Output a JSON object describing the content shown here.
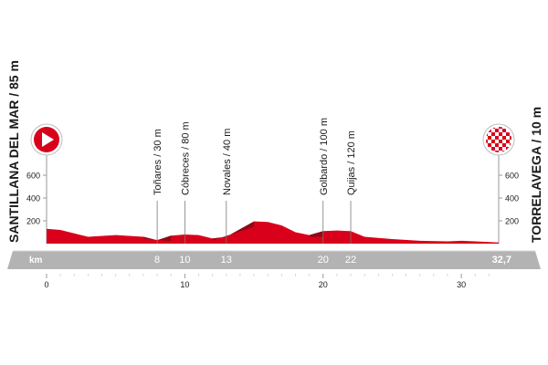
{
  "chart_data": {
    "type": "area",
    "title": "",
    "start_label": "SANTILLANA DEL MAR / 85 m",
    "finish_label": "TORRELAVEGA / 10 m",
    "unit_label": "km",
    "distance_label": "32,7",
    "xlim": [
      0,
      32.7
    ],
    "ylim": [
      0,
      600
    ],
    "x_ticks": [
      "0",
      "10",
      "20",
      "30"
    ],
    "y_ticks": [
      "600",
      "400",
      "200"
    ],
    "profile": {
      "x": [
        0,
        1,
        3,
        5,
        7,
        8,
        9,
        10,
        11,
        12,
        13,
        15,
        16,
        17,
        18,
        19,
        20,
        21,
        22,
        23,
        25,
        27,
        29,
        30,
        31,
        32.7
      ],
      "y": [
        130,
        120,
        60,
        75,
        60,
        30,
        70,
        80,
        75,
        45,
        60,
        195,
        190,
        160,
        100,
        75,
        110,
        115,
        110,
        60,
        40,
        25,
        20,
        25,
        20,
        10
      ]
    },
    "points": [
      {
        "label": "Toñares / 30 m",
        "x": 8,
        "km": "8"
      },
      {
        "label": "Cóbreces / 80 m",
        "x": 10,
        "km": "10"
      },
      {
        "label": "Novales / 40 m",
        "x": 13,
        "km": "13"
      },
      {
        "label": "Golbardo / 100 m",
        "x": 20,
        "km": "20"
      },
      {
        "label": "Quijas / 120 m",
        "x": 22,
        "km": "22"
      }
    ],
    "colors": {
      "profile": "#d9001b",
      "profile_dark": "#8c0b14",
      "band": "#b3b3b3",
      "axis": "#9a9a9a",
      "text": "#1a1a1a",
      "band_text": "#ffffff"
    },
    "icons": {
      "start": "play-icon",
      "finish": "checkered-flag-icon"
    }
  }
}
